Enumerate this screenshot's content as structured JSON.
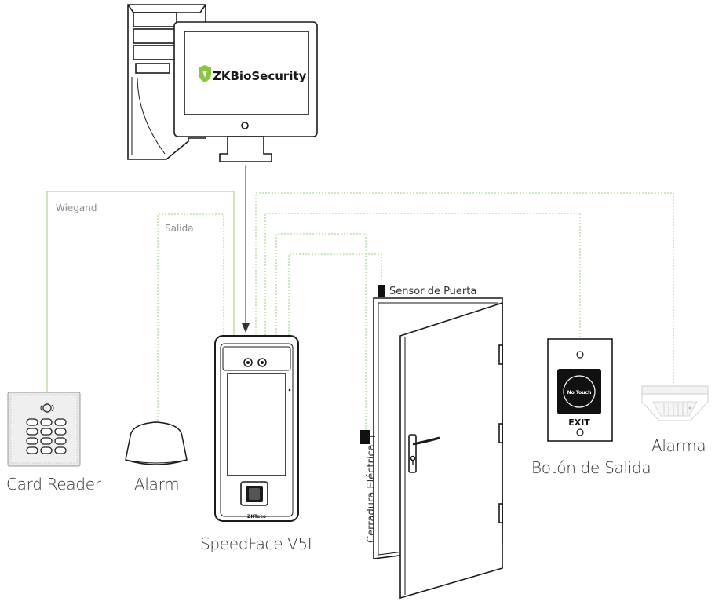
{
  "software": {
    "brand_prefix": "ZK",
    "brand_name": "BioSecurity"
  },
  "wires": {
    "wiegand": "Wiegand",
    "salida": "Salida"
  },
  "devices": {
    "card_reader": "Card Reader",
    "alarm_left": "Alarm",
    "terminal": "SpeedFace-V5L",
    "terminal_logo": "ZKTeco",
    "door_sensor": "Sensor de Puerta",
    "electric_lock": "Cerradura Eléctrica",
    "exit_button": "Botón de Salida",
    "exit_button_face": "No Touch",
    "exit_button_text": "EXIT",
    "alarm_right": "Alarma"
  },
  "colors": {
    "wire": "#9bd27f",
    "outline": "#1a1a1a"
  },
  "icons": [
    "shield-icon"
  ]
}
